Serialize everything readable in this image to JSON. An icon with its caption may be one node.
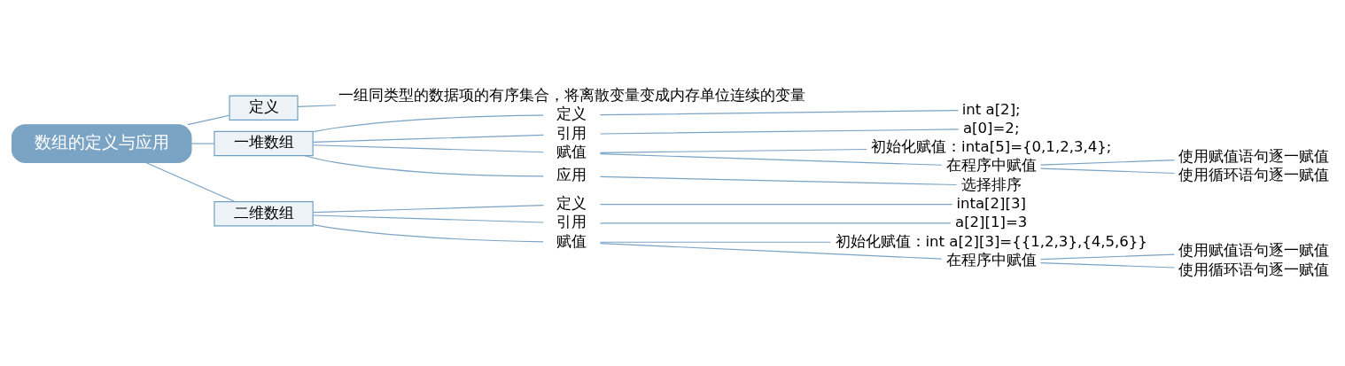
{
  "diagram": {
    "nodes": [
      {
        "text": [
          "数组的定义与应用"
        ]
      },
      {
        "text": [
          "定义"
        ]
      },
      {
        "text": [
          "一组同类型的数据项的有序集合，将离散变量变成内存单位连续的变量"
        ]
      },
      {
        "text": [
          "一堆数组"
        ]
      },
      {
        "text": [
          "定义"
        ]
      },
      {
        "text": [
          "int a[2];"
        ]
      },
      {
        "text": [
          "引用"
        ]
      },
      {
        "text": [
          "a[0]=2;"
        ]
      },
      {
        "text": [
          "赋值"
        ]
      },
      {
        "text": [
          "初始化赋值：inta[5]={0,1,2,3,4};"
        ]
      },
      {
        "text": [
          "在程序中赋值"
        ]
      },
      {
        "text": [
          "使用赋值语句逐一赋值"
        ]
      },
      {
        "text": [
          "使用循环语句逐一赋值"
        ]
      },
      {
        "text": [
          "应用"
        ]
      },
      {
        "text": [
          "选择排序"
        ]
      },
      {
        "text": [
          "二维数组"
        ]
      },
      {
        "text": [
          "定义"
        ]
      },
      {
        "text": [
          "inta[2][3]"
        ]
      },
      {
        "text": [
          "引用"
        ]
      },
      {
        "text": [
          "a[2][1]=3"
        ]
      },
      {
        "text": [
          "赋值"
        ]
      },
      {
        "text": [
          "初始化赋值：int a[2][3]={{1,2,3},{4,5,6}}"
        ]
      },
      {
        "text": [
          "在程序中赋值"
        ]
      },
      {
        "text": [
          "使用赋值语句逐一赋值"
        ]
      },
      {
        "text": [
          "使用循环语句逐一赋值"
        ]
      }
    ],
    "edges": [
      {
        "from": 0,
        "to": 1,
        "arrow": "none"
      },
      {
        "from": 1,
        "to": 2,
        "arrow": "none"
      },
      {
        "from": 0,
        "to": 3,
        "arrow": "none"
      },
      {
        "from": 3,
        "to": 4,
        "arrow": "none"
      },
      {
        "from": 4,
        "to": 5,
        "arrow": "none"
      },
      {
        "from": 3,
        "to": 6,
        "arrow": "none"
      },
      {
        "from": 6,
        "to": 7,
        "arrow": "none"
      },
      {
        "from": 3,
        "to": 8,
        "arrow": "none"
      },
      {
        "from": 8,
        "to": 9,
        "arrow": "none"
      },
      {
        "from": 8,
        "to": 10,
        "arrow": "none"
      },
      {
        "from": 10,
        "to": 11,
        "arrow": "none"
      },
      {
        "from": 10,
        "to": 12,
        "arrow": "none"
      },
      {
        "from": 3,
        "to": 13,
        "arrow": "none"
      },
      {
        "from": 13,
        "to": 14,
        "arrow": "none"
      },
      {
        "from": 0,
        "to": 15,
        "arrow": "none"
      },
      {
        "from": 15,
        "to": 16,
        "arrow": "none"
      },
      {
        "from": 16,
        "to": 17,
        "arrow": "none"
      },
      {
        "from": 15,
        "to": 18,
        "arrow": "none"
      },
      {
        "from": 18,
        "to": 19,
        "arrow": "none"
      },
      {
        "from": 15,
        "to": 20,
        "arrow": "none"
      },
      {
        "from": 20,
        "to": 21,
        "arrow": "none"
      },
      {
        "from": 20,
        "to": 22,
        "arrow": "none"
      },
      {
        "from": 22,
        "to": 23,
        "arrow": "none"
      },
      {
        "from": 22,
        "to": 24,
        "arrow": "none"
      }
    ]
  }
}
